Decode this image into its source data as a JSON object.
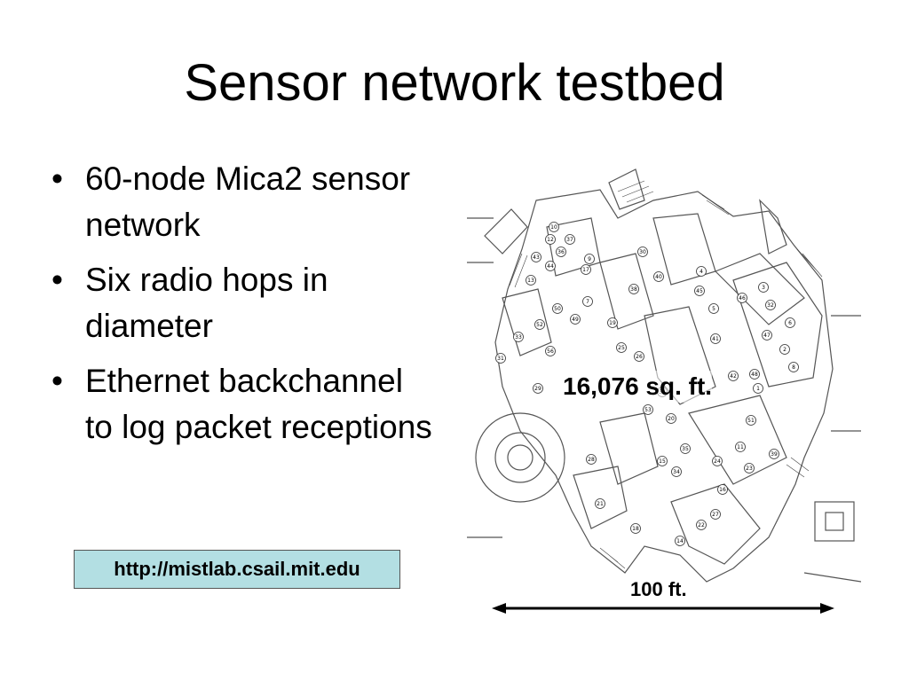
{
  "slide": {
    "title": "Sensor network testbed",
    "bullet_glyph": "•",
    "bullets": [
      "60-node Mica2 sensor network",
      "Six radio hops in diameter",
      "Ethernet backchannel to log packet receptions"
    ],
    "url": "http://mistlab.csail.mit.edu"
  },
  "floorplan": {
    "area_label": "16,076 sq. ft.",
    "scale_label": "100 ft.",
    "nodes": [
      "10",
      "12",
      "37",
      "36",
      "43",
      "44",
      "9",
      "17",
      "30",
      "13",
      "4",
      "40",
      "38",
      "45",
      "46",
      "3",
      "7",
      "50",
      "49",
      "52",
      "19",
      "5",
      "32",
      "33",
      "6",
      "47",
      "56",
      "25",
      "26",
      "41",
      "31",
      "2",
      "48",
      "8",
      "42",
      "29",
      "34",
      "53",
      "1",
      "20",
      "51",
      "28",
      "35",
      "11",
      "15",
      "24",
      "39",
      "34",
      "23",
      "21",
      "16",
      "18",
      "27",
      "22",
      "14"
    ]
  }
}
